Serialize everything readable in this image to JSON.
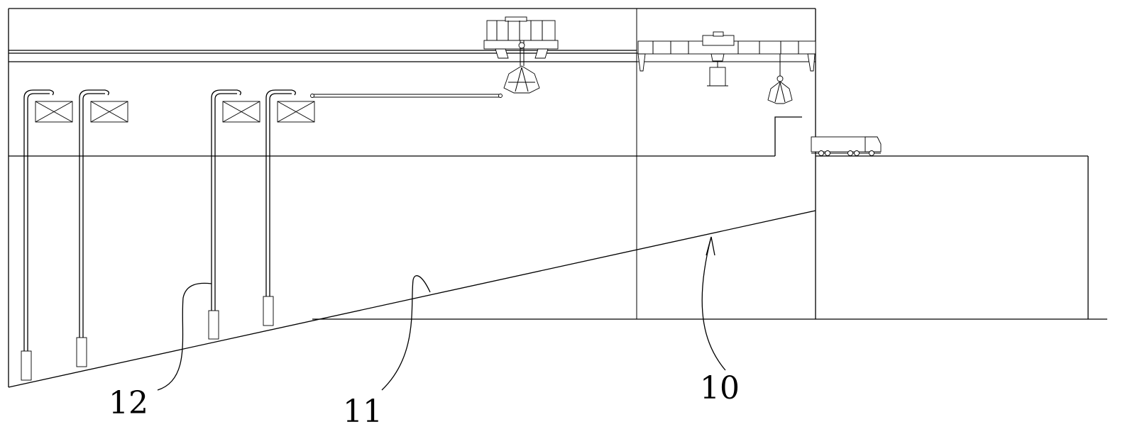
{
  "figure": {
    "reference_numerals": [
      {
        "id": "10",
        "text": "10"
      },
      {
        "id": "11",
        "text": "11"
      },
      {
        "id": "12",
        "text": "12"
      }
    ],
    "line_color": "#000000",
    "background": "#ffffff"
  }
}
